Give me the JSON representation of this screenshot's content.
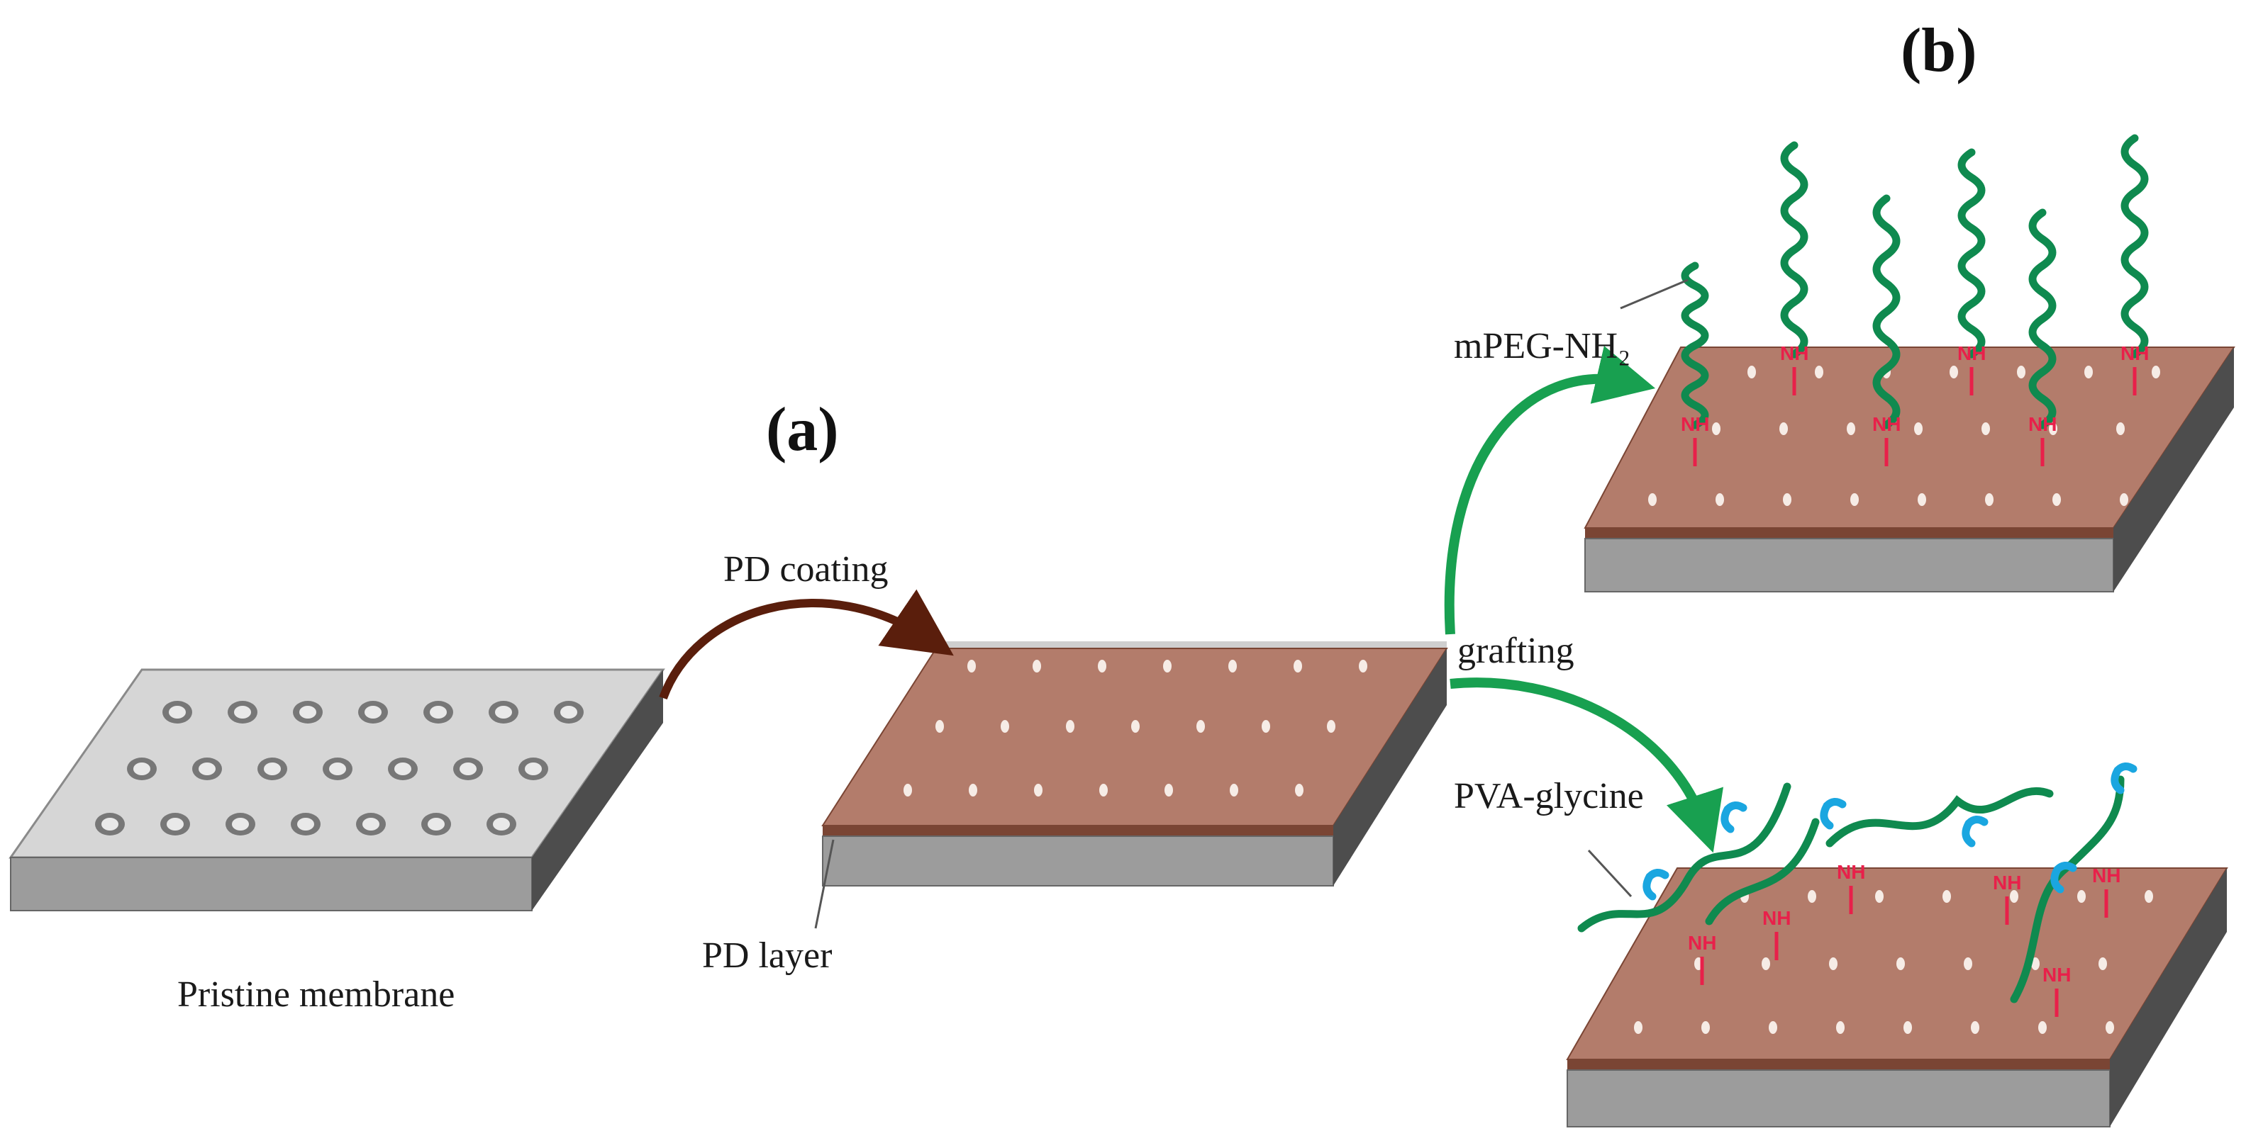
{
  "panel_labels": {
    "a": "(a)",
    "b": "(b)"
  },
  "labels": {
    "pristine": "Pristine membrane",
    "pd_coating": "PD coating",
    "pd_layer": "PD layer",
    "mpeg": "mPEG-NH₂",
    "grafting": "grafting",
    "pva_glycine": "PVA-glycine"
  },
  "amine_group_label": "NH",
  "colors": {
    "membrane_top": "#d6d6d6",
    "membrane_front": "#9c9c9c",
    "membrane_side": "#4d4d4d",
    "pd_layer": "#b37c6b",
    "pd_edge": "#7a4534",
    "arrow_coating": "#5a1e0c",
    "arrow_grafting": "#18a050",
    "polymer_chain": "#0f8a4f",
    "glycine_end": "#1aa6e0",
    "amine": "#e8204a"
  }
}
